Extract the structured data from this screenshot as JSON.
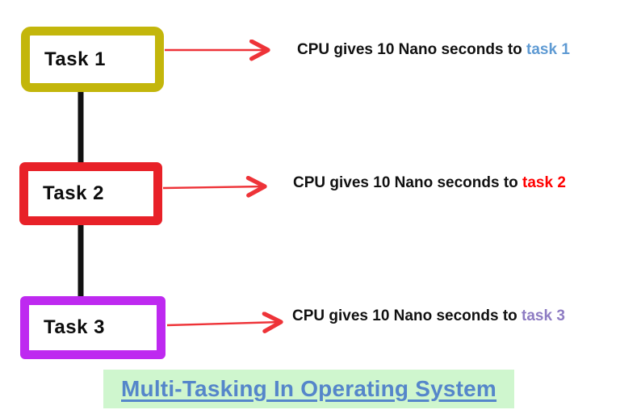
{
  "title": {
    "text": "Multi-Tasking In Operating System",
    "text_color": "#5586CA",
    "highlight_color": "#CFF6CE"
  },
  "tasks": [
    {
      "label": "Task 1",
      "border_color": "#C3B60B"
    },
    {
      "label": "Task 2",
      "border_color": "#E82128"
    },
    {
      "label": "Task 3",
      "border_color": "#BE29F0"
    }
  ],
  "annotations": [
    {
      "prefix": "CPU gives 10 Nano seconds to ",
      "target": "task 1",
      "target_color": "#5E9AD3"
    },
    {
      "prefix": "CPU gives 10 Nano seconds to ",
      "target": "task 2",
      "target_color": "#FF0000"
    },
    {
      "prefix": "CPU gives 10 Nano seconds to ",
      "target": "task 3",
      "target_color": "#8E7CC3"
    }
  ],
  "colors": {
    "arrow": "#EE3338",
    "connector": "#111111",
    "background": "#FFFFFF"
  }
}
